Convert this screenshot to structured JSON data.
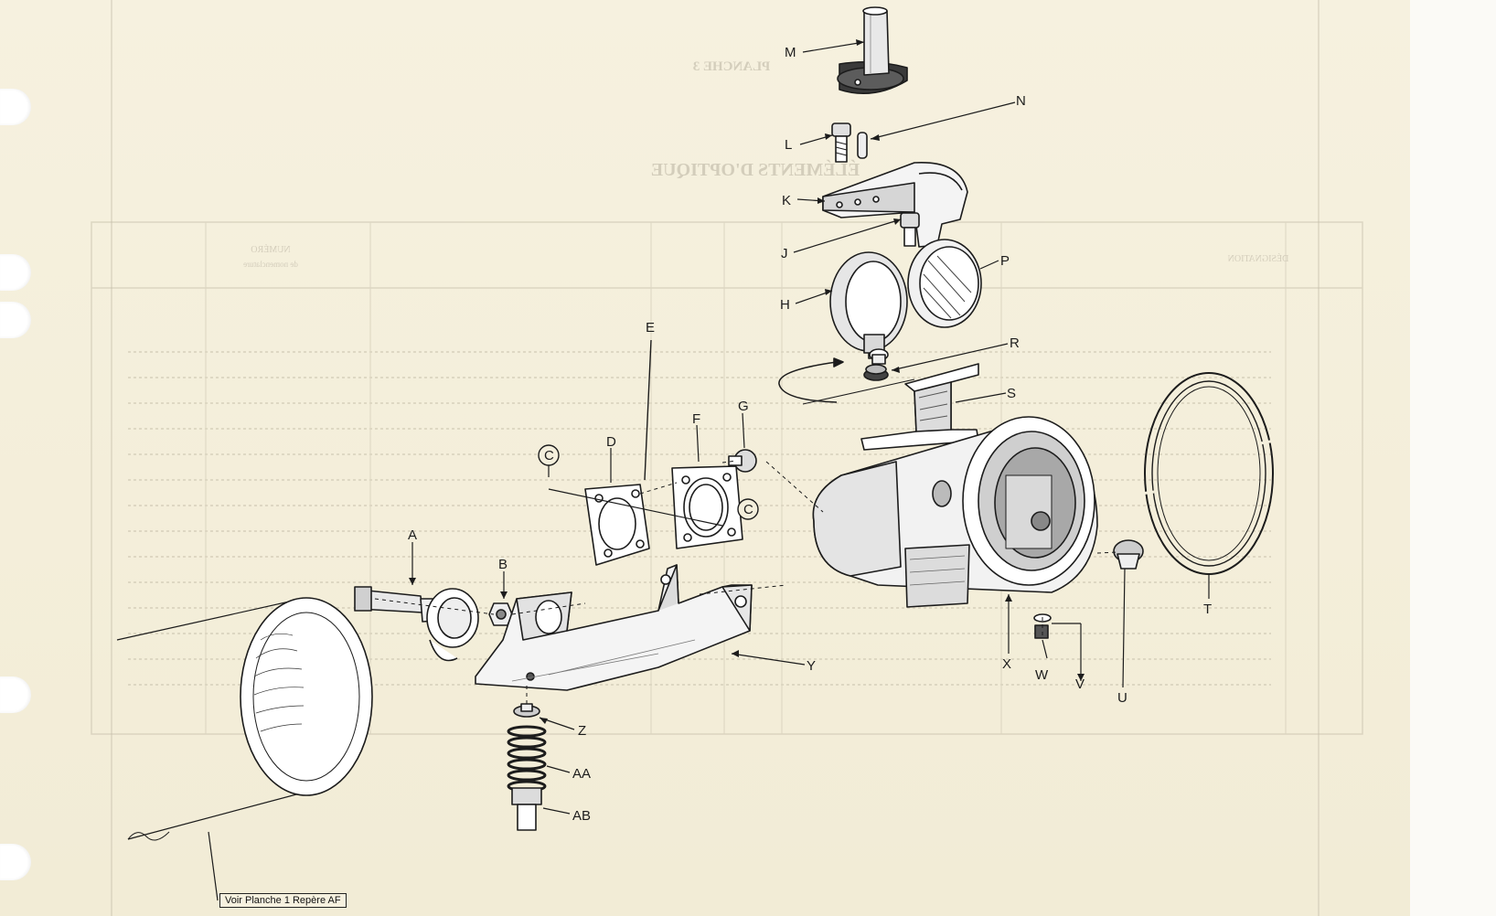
{
  "plate": {
    "ghost_title": "PLANCHE 3",
    "ghost_subtitle": "ÉLÉMENTS D'OPTIQUE",
    "ghost_col_designation": "DÉSIGNATION",
    "ghost_col_numero": "NUMÉRO",
    "ghost_col_numero_sub": "de nomenclature"
  },
  "callouts": {
    "M": "M",
    "N": "N",
    "L": "L",
    "K": "K",
    "J": "J",
    "P": "P",
    "H": "H",
    "R": "R",
    "S": "S",
    "E": "E",
    "G": "G",
    "F": "F",
    "D": "D",
    "C1": "C",
    "C2": "C",
    "A": "A",
    "B": "B",
    "T": "T",
    "U": "U",
    "V": "V",
    "W": "W",
    "X": "X",
    "Y": "Y",
    "Z": "Z",
    "AA": "AA",
    "AB": "AB"
  },
  "note": {
    "text": "Voir Planche 1 Repère AF"
  },
  "colors": {
    "paper": "#f4efdc",
    "ink": "#1c1c1c",
    "ghost": "#b9b2a0"
  }
}
